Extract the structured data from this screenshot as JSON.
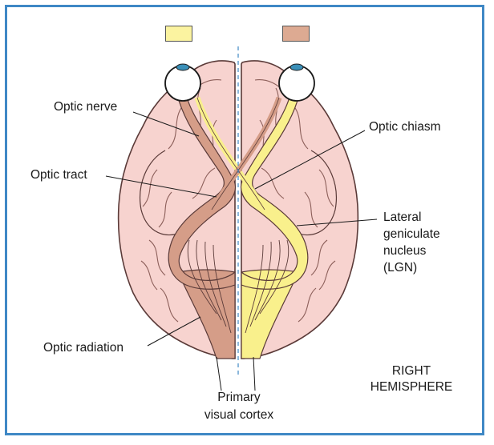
{
  "swatches": {
    "left_color": "#fbf3a0",
    "right_color": "#ddaa92"
  },
  "labels": {
    "optic_nerve": "Optic nerve",
    "optic_chiasm": "Optic chiasm",
    "optic_tract": "Optic tract",
    "lgn_line1": "Lateral",
    "lgn_line2": "geniculate",
    "lgn_line3": "nucleus",
    "lgn_line4": "(LGN)",
    "optic_radiation": "Optic radiation",
    "cortex_line1": "Primary",
    "cortex_line2": "visual cortex",
    "hemisphere_line1": "RIGHT",
    "hemisphere_line2": "HEMISPHERE"
  },
  "colors": {
    "frame": "#3f88c5",
    "brain": "#f7d3cf",
    "brain_outline": "#5a3a38",
    "yellow_pathway": "#f9f08c",
    "brown_pathway": "#d59d88",
    "midline": "#3f88c5"
  }
}
